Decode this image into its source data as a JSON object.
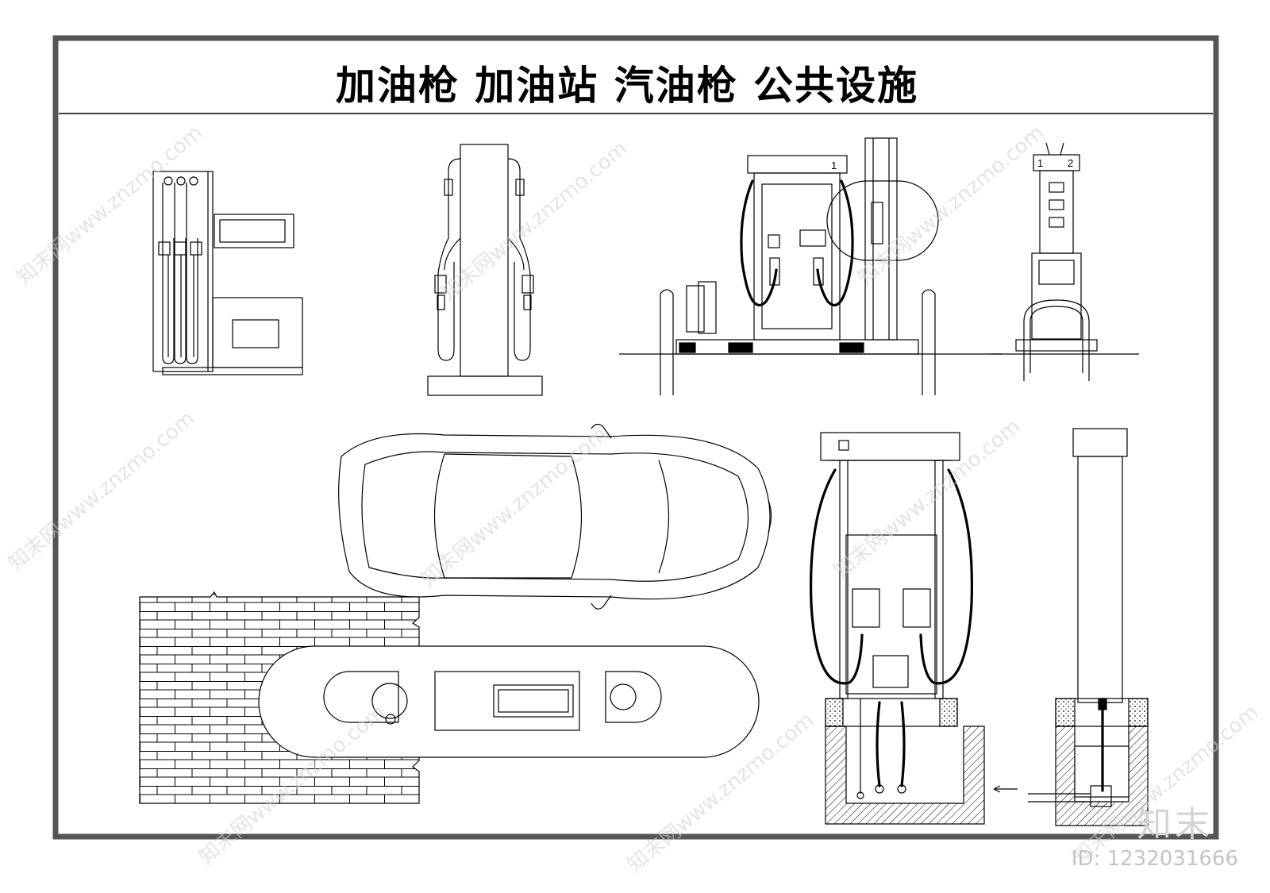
{
  "title": "加油枪  加油站  汽油枪  公共设施",
  "pump_labels": {
    "pump_a": "1",
    "pump_b_left": "1",
    "pump_b_right": "2"
  },
  "watermark": {
    "site_text": "知末网www.znzmo.com",
    "brand": "知末",
    "id_text": "ID: 1232031666"
  },
  "colors": {
    "line": "#000000",
    "frame": "#555555",
    "watermark": "#cfcfcf"
  }
}
